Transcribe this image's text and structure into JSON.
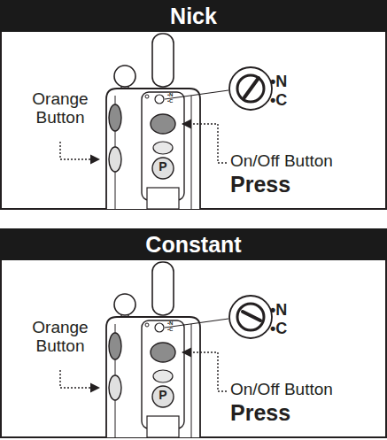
{
  "diagram": {
    "nodes": [
      {
        "text": [
          "Nick"
        ]
      },
      {
        "text": [
          "Constant"
        ]
      }
    ],
    "labels": [
      "Orange Button",
      "•N",
      "•C",
      "•N",
      "•C",
      "P",
      "On/Off Button",
      "Press",
      "Orange Button",
      "•N",
      "•C",
      "•N",
      "•C",
      "P",
      "On/Off Button",
      "Press"
    ]
  }
}
